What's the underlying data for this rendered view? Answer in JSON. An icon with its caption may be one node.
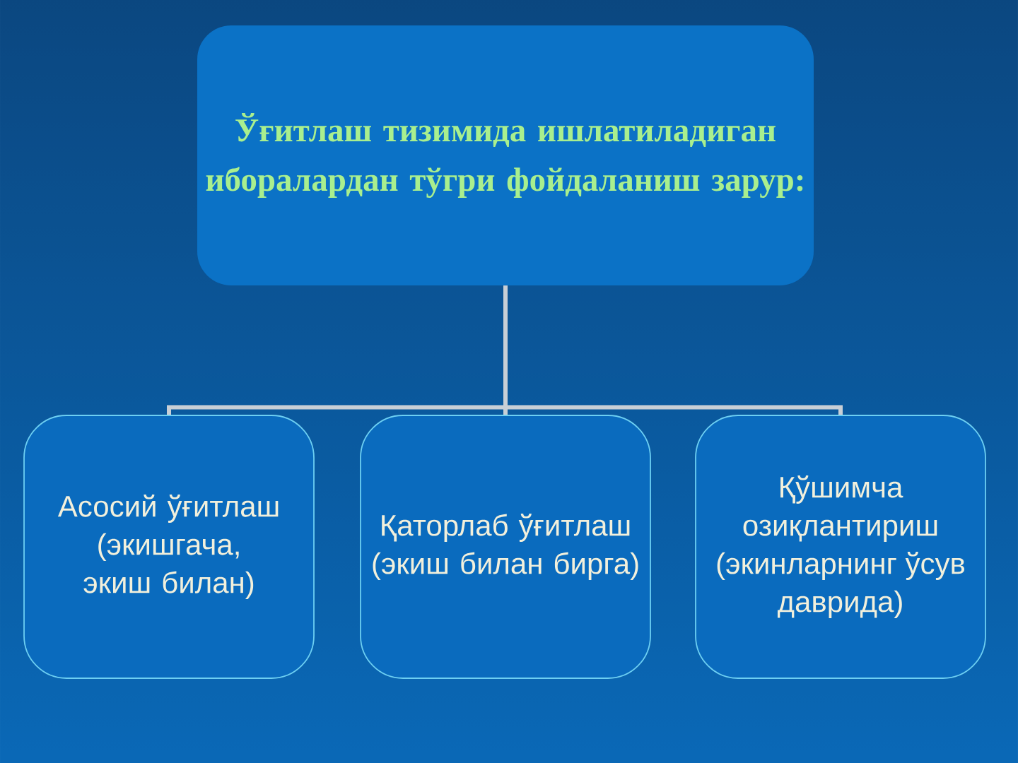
{
  "diagram": {
    "nodes": [
      {
        "text": [
          "Ўғитлаш тизимида ишлатиладиган иборалардан тўгри фойдаланиш зарур:"
        ]
      },
      {
        "text": [
          "Асосий ўғитлаш (экишгача, экиш билан)"
        ]
      },
      {
        "text": [
          "Қаторлаб ўғитлаш (экиш билан бирга)"
        ]
      },
      {
        "text": [
          "Қўшимча озиқлантириш (экинларнинг ўсув даврида)"
        ]
      }
    ],
    "edges": [
      {
        "from": 0,
        "to": 1,
        "arrow": "none"
      },
      {
        "from": 0,
        "to": 2,
        "arrow": "none"
      },
      {
        "from": 0,
        "to": 3,
        "arrow": "none"
      }
    ]
  }
}
